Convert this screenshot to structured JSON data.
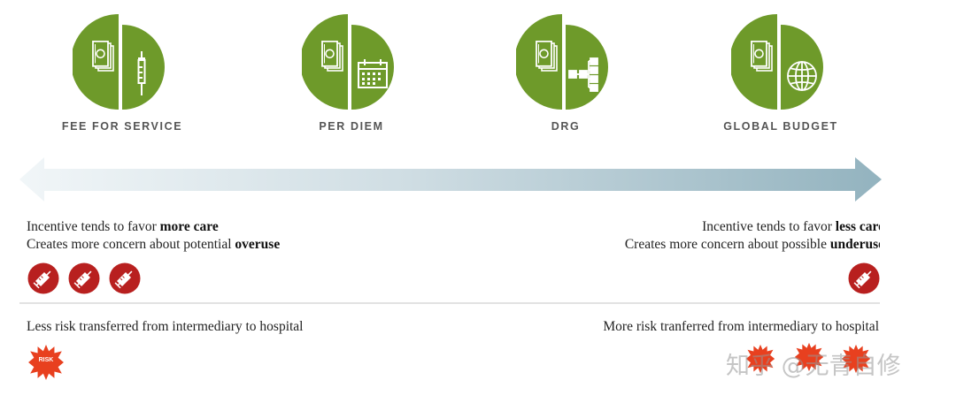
{
  "payments": [
    {
      "label": "FEE FOR SERVICE",
      "icon": "syringe-icon"
    },
    {
      "label": "PER DIEM",
      "icon": "calendar-icon"
    },
    {
      "label": "DRG",
      "icon": "hierarchy-icon"
    },
    {
      "label": "GLOBAL BUDGET",
      "icon": "globe-icon"
    }
  ],
  "left_note": {
    "line1_prefix": "Incentive tends to favor ",
    "line1_bold": "more care",
    "line2_prefix": "Creates more concern about potential ",
    "line2_bold": "overuse"
  },
  "right_note": {
    "line1_prefix": "Incentive tends to favor ",
    "line1_bold": "less care",
    "line2_prefix": "Creates more concern about possible ",
    "line2_bold": "underuse"
  },
  "left_risk": "Less risk transferred from intermediary to hospital",
  "right_risk": "More risk tranferred from intermediary to hospital",
  "risk_badge_text": "RISK",
  "watermark": "知乎 @无青自修",
  "colors": {
    "green": "#6e9a2a",
    "red": "#b8201f",
    "orange": "#e8401f",
    "arrow_light": "#eef4f6",
    "arrow_dark": "#97b5c0"
  }
}
